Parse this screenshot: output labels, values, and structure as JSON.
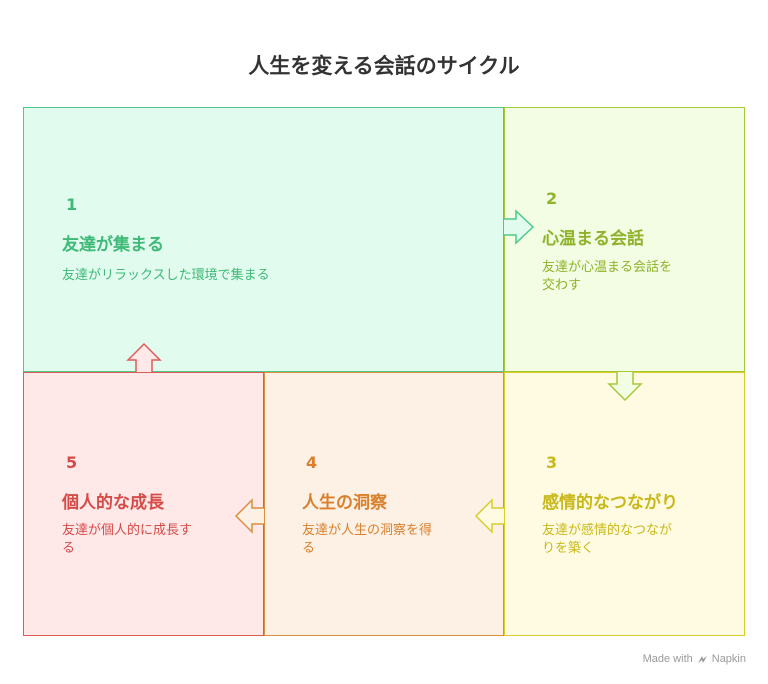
{
  "title": "人生を変える会話のサイクル",
  "steps": [
    {
      "num": "1",
      "heading": "友達が集まる",
      "desc": "友達がリラックスした環境で集まる"
    },
    {
      "num": "2",
      "heading": "心温まる会話",
      "desc_lines": [
        "友達が心温まる会話を",
        "交わす"
      ]
    },
    {
      "num": "3",
      "heading": "感情的なつながり",
      "desc_lines": [
        "友達が感情的なつなが",
        "りを築く"
      ]
    },
    {
      "num": "4",
      "heading": "人生の洞察",
      "desc_lines": [
        "友達が人生の洞察を得",
        "る"
      ]
    },
    {
      "num": "5",
      "heading": "個人的な成長",
      "desc_lines": [
        "友達が個人的に成長す",
        "る"
      ]
    }
  ],
  "footer": {
    "made_with": "Made with",
    "brand": "Napkin"
  },
  "colors": {
    "step1": "#4fc98a",
    "step2": "#a4c83a",
    "step3": "#d9cd2a",
    "step4": "#de8e40",
    "step5": "#df5b58"
  }
}
